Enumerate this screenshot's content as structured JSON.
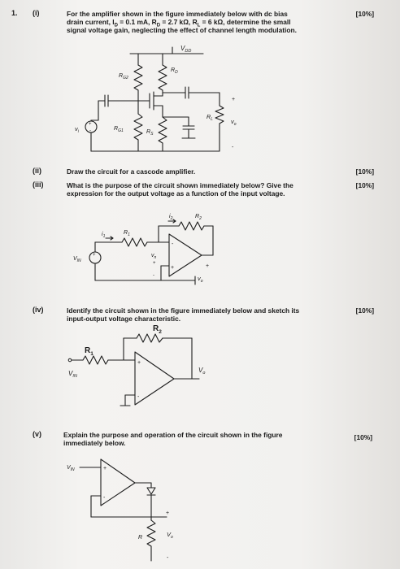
{
  "q1": {
    "number": "1.",
    "parts": {
      "i": {
        "label": "(i)",
        "lines": [
          "For the amplifier shown in the figure immediately below with dc bias",
          "drain current, I",
          "D",
          " = 0.1 mA, R",
          "D",
          " = 2.7 kΩ, R",
          "L",
          " = 6 kΩ,  determine the small",
          "signal voltage gain, neglecting the effect of channel length modulation."
        ],
        "marks": "[10%]",
        "figure": {
          "vdd": "V",
          "vdd_sub": "DD",
          "rg2": "R",
          "rg2_sub": "G2",
          "rd": "R",
          "rd_sub": "D",
          "rg1": "R",
          "rg1_sub": "G1",
          "rs": "R",
          "rs_sub": "S",
          "rl": "R",
          "rl_sub": "L",
          "vi": "v",
          "vi_sub": "i",
          "vo": "v",
          "vo_sub": "o",
          "plus": "+",
          "minus": "-",
          "src_plus": "+",
          "src_minus": "-"
        }
      },
      "ii": {
        "label": "(ii)",
        "text": "Draw the circuit for a cascode amplifier.",
        "marks": "[10%]"
      },
      "iii": {
        "label": "(iii)",
        "lines": [
          "What is the purpose of the circuit shown immediately below? Give the",
          "expression for the output voltage as a function of the input voltage."
        ],
        "marks": "[10%]",
        "figure": {
          "i2": "i",
          "i2_sub": "2",
          "r2": "R",
          "r2_sub": "2",
          "i1": "i",
          "i1_sub": "1",
          "r1": "R",
          "r1_sub": "1",
          "vin": "V",
          "vin_sub": "IN",
          "vn": "v",
          "vn_sub": "n",
          "vo": "v",
          "vo_sub": "o",
          "plus": "+",
          "minus": "-"
        }
      },
      "iv": {
        "label": "(iv)",
        "lines": [
          "Identify the circuit shown in the figure immediately below and sketch its",
          "input-output voltage characteristic."
        ],
        "marks": "[10%]",
        "figure": {
          "r2": "R",
          "r2_sub": "2",
          "r1": "R",
          "r1_sub": "1",
          "vin": "V",
          "vin_sub": "IN",
          "vo": "V",
          "vo_sub": "o",
          "plus": "+",
          "minus": "-"
        }
      },
      "v": {
        "label": "(v)",
        "lines": [
          "Explain the purpose and operation of the circuit shown in the figure",
          "immediately below."
        ],
        "marks": "[10%]",
        "figure": {
          "vin": "V",
          "vin_sub": "IN",
          "r": "R",
          "vo": "V",
          "vo_sub": "o",
          "plus": "+",
          "minus": "-"
        }
      }
    }
  }
}
